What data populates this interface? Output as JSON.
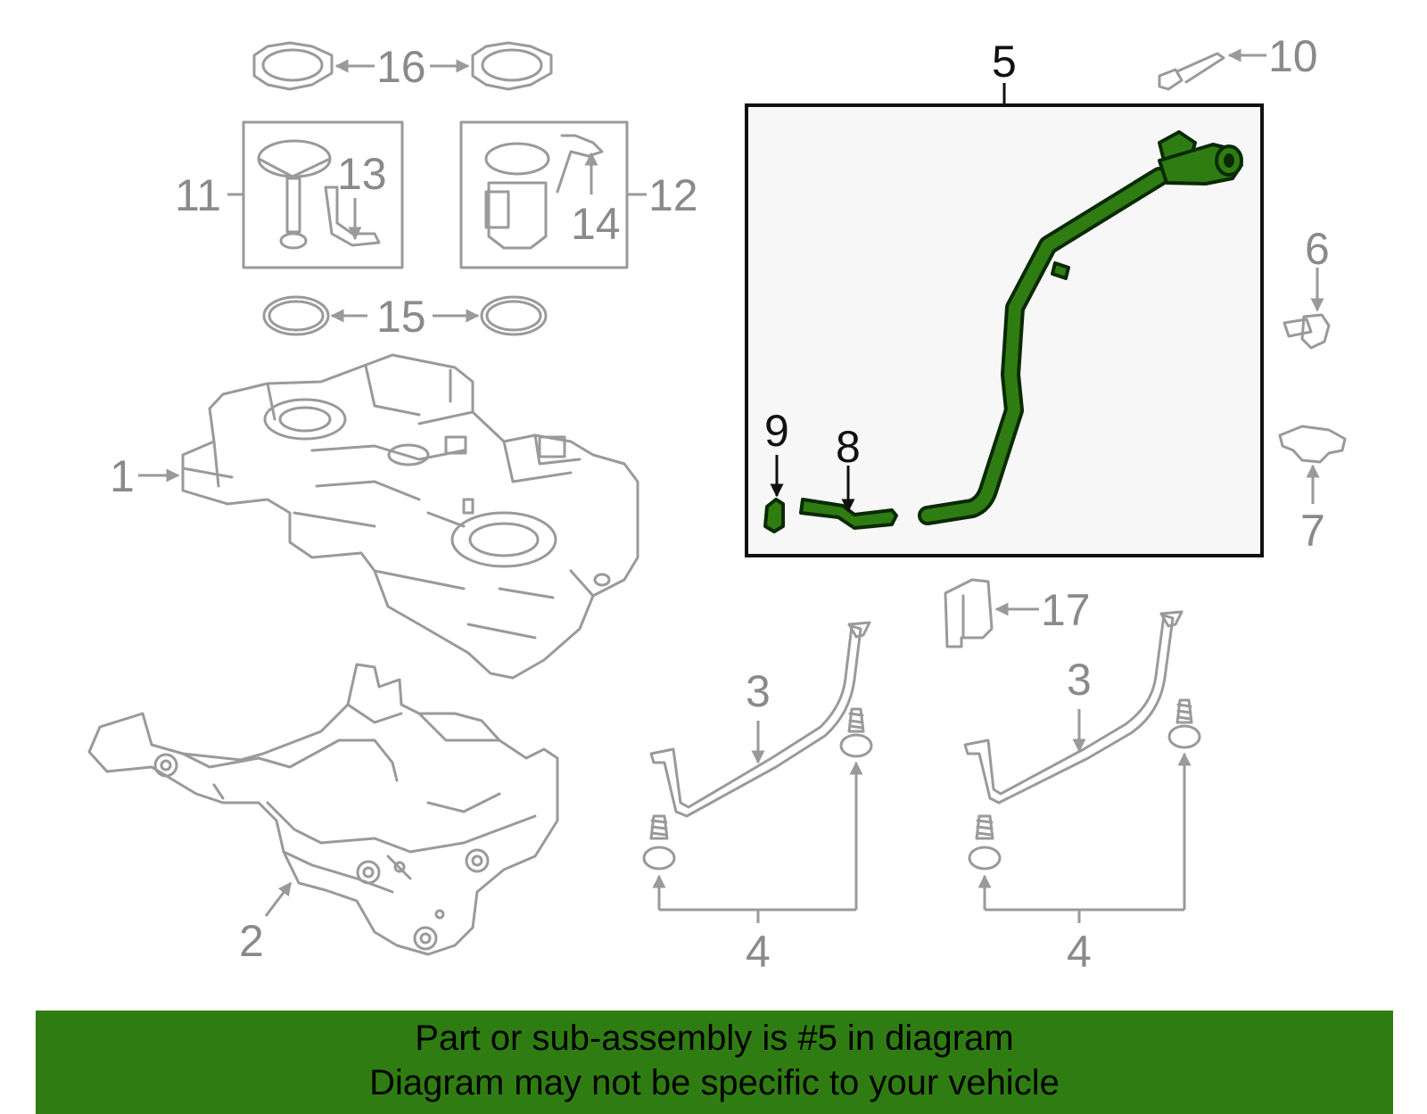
{
  "callouts": {
    "c1": "1",
    "c2": "2",
    "c3a": "3",
    "c3b": "3",
    "c4a": "4",
    "c4b": "4",
    "c5": "5",
    "c6": "6",
    "c7": "7",
    "c8": "8",
    "c9": "9",
    "c10": "10",
    "c11": "11",
    "c12": "12",
    "c13": "13",
    "c14": "14",
    "c15": "15",
    "c16": "16",
    "c17": "17"
  },
  "highlight": {
    "part_number": "5",
    "color": "#2f7d12",
    "outline": "#0a2a04"
  },
  "banner": {
    "line1": "Part or sub-assembly is #5 in diagram",
    "line2": "Diagram may not be specific to your vehicle",
    "background": "#2f7d12"
  }
}
